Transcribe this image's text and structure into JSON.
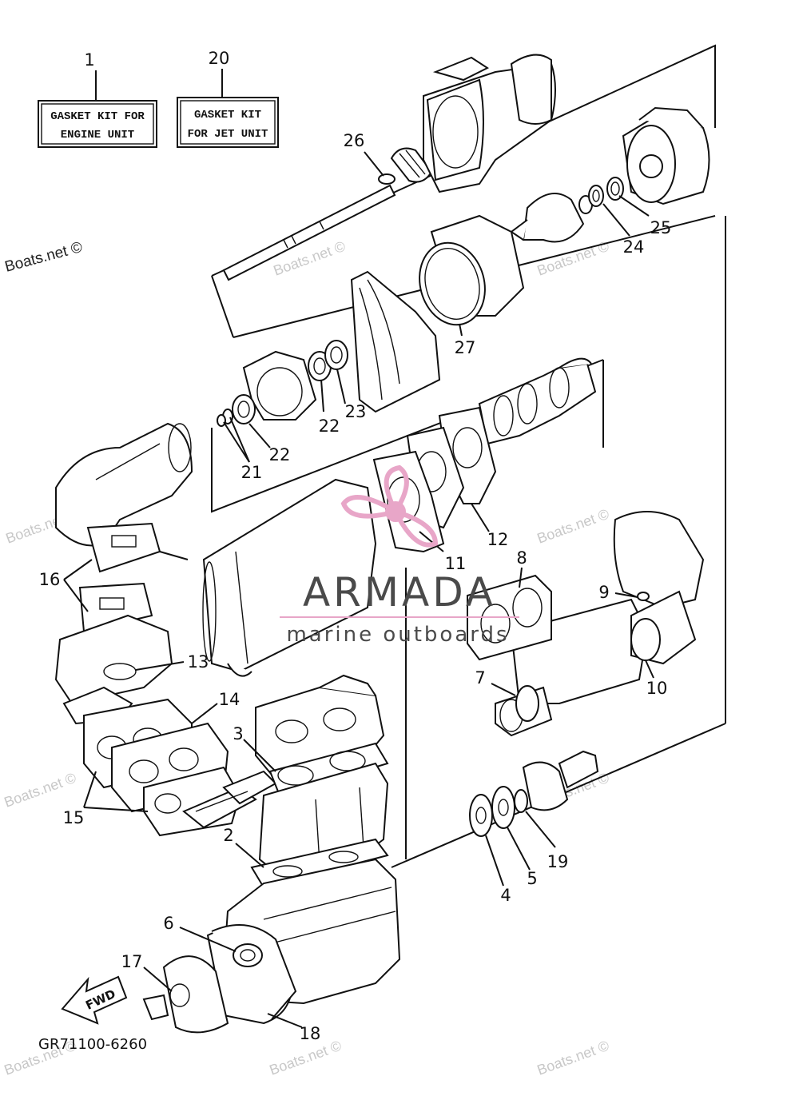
{
  "kits": [
    {
      "number": "1",
      "line1": "GASKET KIT FOR",
      "line2": "ENGINE UNIT"
    },
    {
      "number": "20",
      "line1": "GASKET KIT",
      "line2": "FOR JET UNIT"
    }
  ],
  "callouts": [
    "26",
    "25",
    "24",
    "27",
    "22",
    "23",
    "22",
    "21",
    "12",
    "11",
    "16",
    "8",
    "9",
    "13",
    "10",
    "7",
    "14",
    "3",
    "15",
    "2",
    "19",
    "5",
    "4",
    "6",
    "17",
    "18"
  ],
  "fwd_label": "FWD",
  "diagram_code": "GR71100-6260",
  "watermark": "Boats.net ©",
  "brand": {
    "name": "ARMADA",
    "tagline": "marine outboards",
    "color": "#e8a6c8"
  }
}
